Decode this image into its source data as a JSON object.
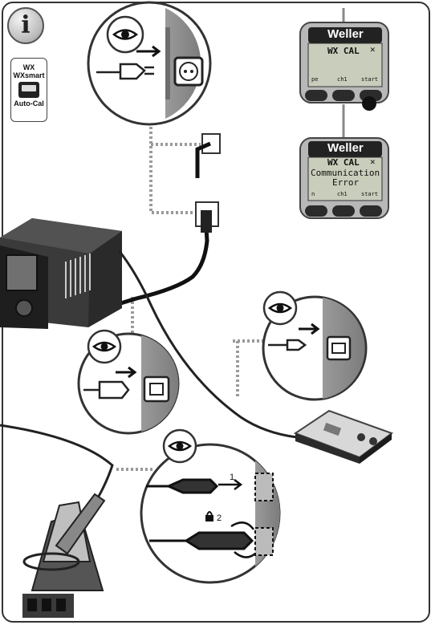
{
  "badge": {
    "glyph": "i"
  },
  "model_card": {
    "line1": "WX",
    "line2": "WXsmart",
    "line3": "Auto-Cal"
  },
  "display_top": {
    "brand": "Weller",
    "title": "WX CAL",
    "softkeys": [
      "pe",
      "ch1",
      "start"
    ]
  },
  "display_bottom": {
    "brand": "Weller",
    "title": "WX CAL",
    "message_line1": "Communication",
    "message_line2": "Error",
    "softkeys": [
      "n",
      "ch1",
      "start"
    ]
  },
  "connector_steps": {
    "step1": "1",
    "step2": "2"
  },
  "colors": {
    "outline": "#333333",
    "panel_gray": "#8c8c8c",
    "device_dark": "#2b2b2b",
    "lcd_green": "#c9cdbb"
  }
}
